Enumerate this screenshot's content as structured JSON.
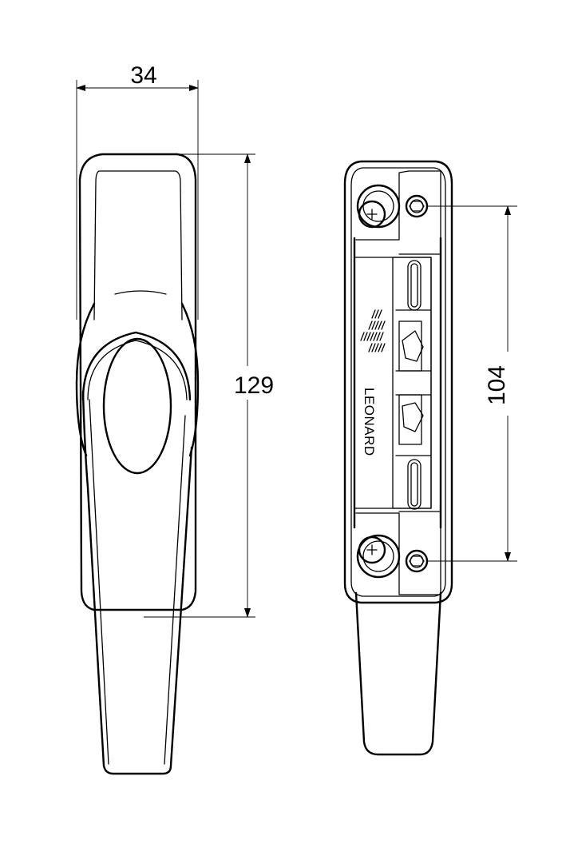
{
  "dimensions": {
    "width": "34",
    "height": "129",
    "screw_spacing": "104"
  },
  "brand": {
    "logo_text": "LEONARD"
  },
  "colors": {
    "line": "#000000",
    "background": "#ffffff"
  }
}
